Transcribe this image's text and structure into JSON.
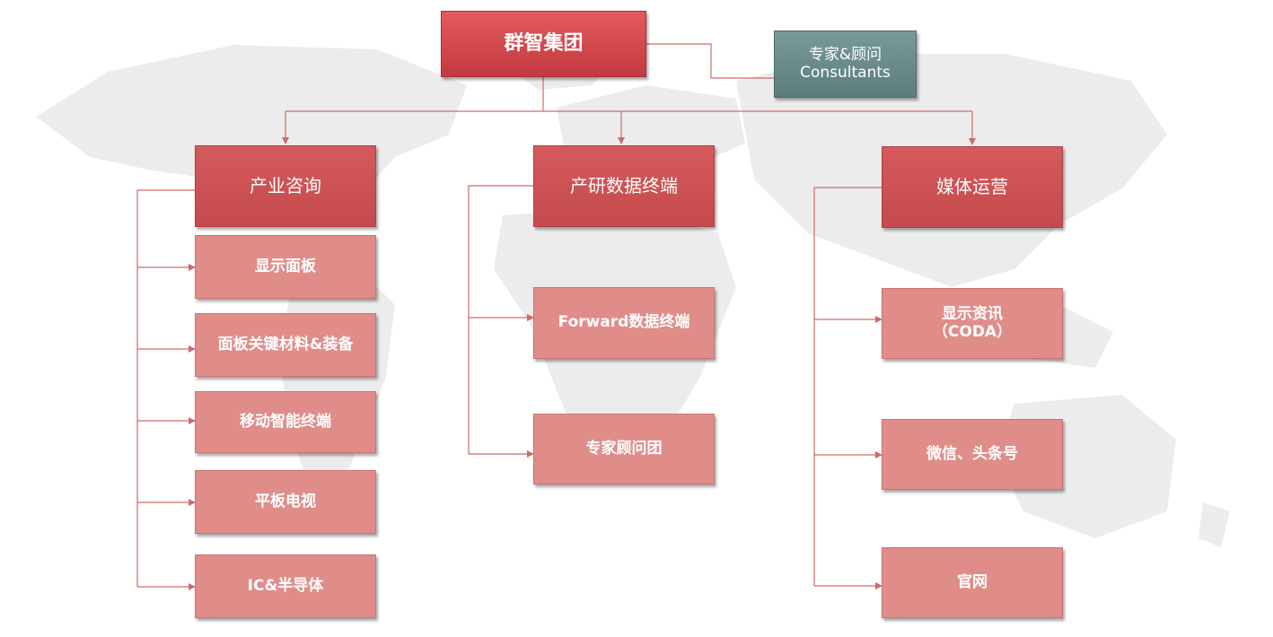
{
  "root": {
    "label": "群智集团"
  },
  "consultants": {
    "label": "专家&顾问\nConsultants"
  },
  "departments": [
    {
      "label": "产业咨询",
      "children": [
        "显示面板",
        "面板关键材料&装备",
        "移动智能终端",
        "平板电视",
        "IC&半导体"
      ]
    },
    {
      "label": "产研数据终端",
      "children": [
        "Forward数据终端",
        "专家顾问团"
      ]
    },
    {
      "label": "媒体运营",
      "children": [
        "显示资讯\n（CODA）",
        "微信、头条号",
        "官网"
      ]
    }
  ],
  "colors": {
    "root": "#d24a4e",
    "department": "#cc4f52",
    "subitem": "#e08d8a",
    "consultants": "#6b8b8b",
    "connector": "#d06a6a",
    "map": "#ececec"
  }
}
